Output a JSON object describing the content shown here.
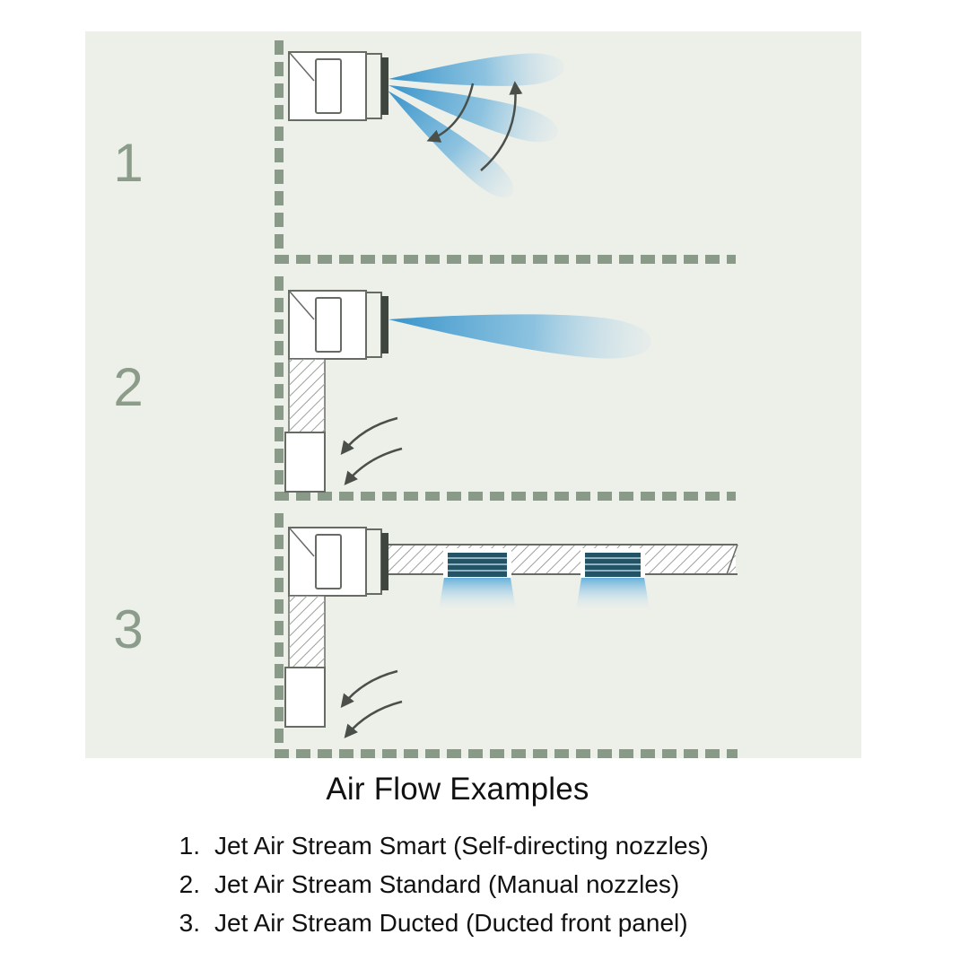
{
  "diagram": {
    "panel_bg": "#edefe9",
    "structure_color": "#8a9a88",
    "outline_color": "#666b64",
    "number_color": "#8c9c8b",
    "air_color_start": "#2e8ec8",
    "air_color_mid": "#58aada",
    "air_color_end": "#bcdcf0",
    "vent_color": "#235465",
    "sections": [
      {
        "number": "1"
      },
      {
        "number": "2"
      },
      {
        "number": "3"
      }
    ]
  },
  "caption": {
    "title": "Air Flow Examples",
    "items": [
      {
        "num": "1.",
        "label": "Jet Air Stream Smart (Self-directing nozzles)"
      },
      {
        "num": "2.",
        "label": "Jet Air Stream Standard (Manual nozzles)"
      },
      {
        "num": "3.",
        "label": "Jet Air Stream Ducted (Ducted front panel)"
      }
    ]
  }
}
